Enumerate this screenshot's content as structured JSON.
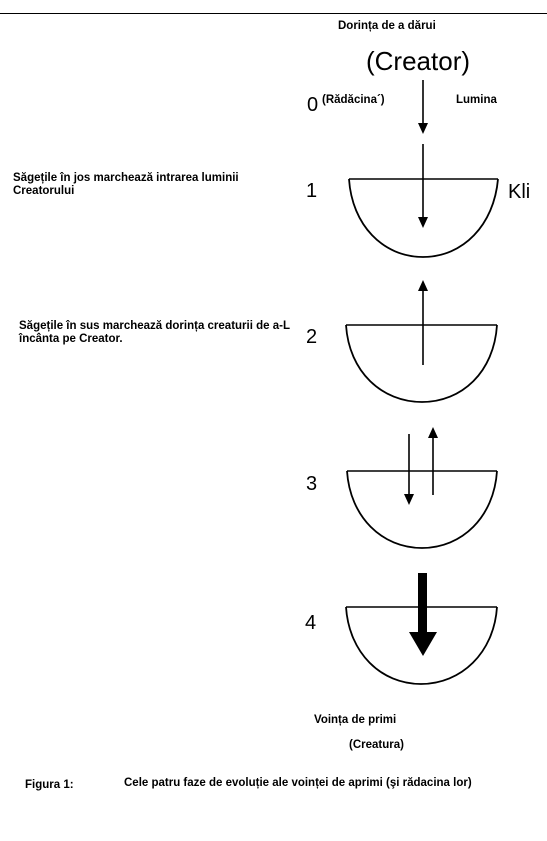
{
  "header": {
    "desire_to_give": "Dorința de a dărui",
    "creator": "(Creator)",
    "root_label": "(Rădăcina´)",
    "light_label": "Lumina"
  },
  "phases": [
    {
      "number": "0"
    },
    {
      "number": "1"
    },
    {
      "number": "2"
    },
    {
      "number": "3"
    },
    {
      "number": "4"
    }
  ],
  "vessel_label": "Kli",
  "notes": {
    "arrows_down": "Săgețile în jos marchează intrarea luminii Creatorului",
    "arrows_up": "Săgețile în sus marchează dorința creaturii de a-L încânta pe Creator."
  },
  "bottom": {
    "will_to_receive": "Voința de primi",
    "creature": "(Creatura)"
  },
  "caption": {
    "label": "Figura 1:",
    "text": "Cele patru faze de evoluție ale voinței de aprimi (şi rădacina lor)"
  }
}
